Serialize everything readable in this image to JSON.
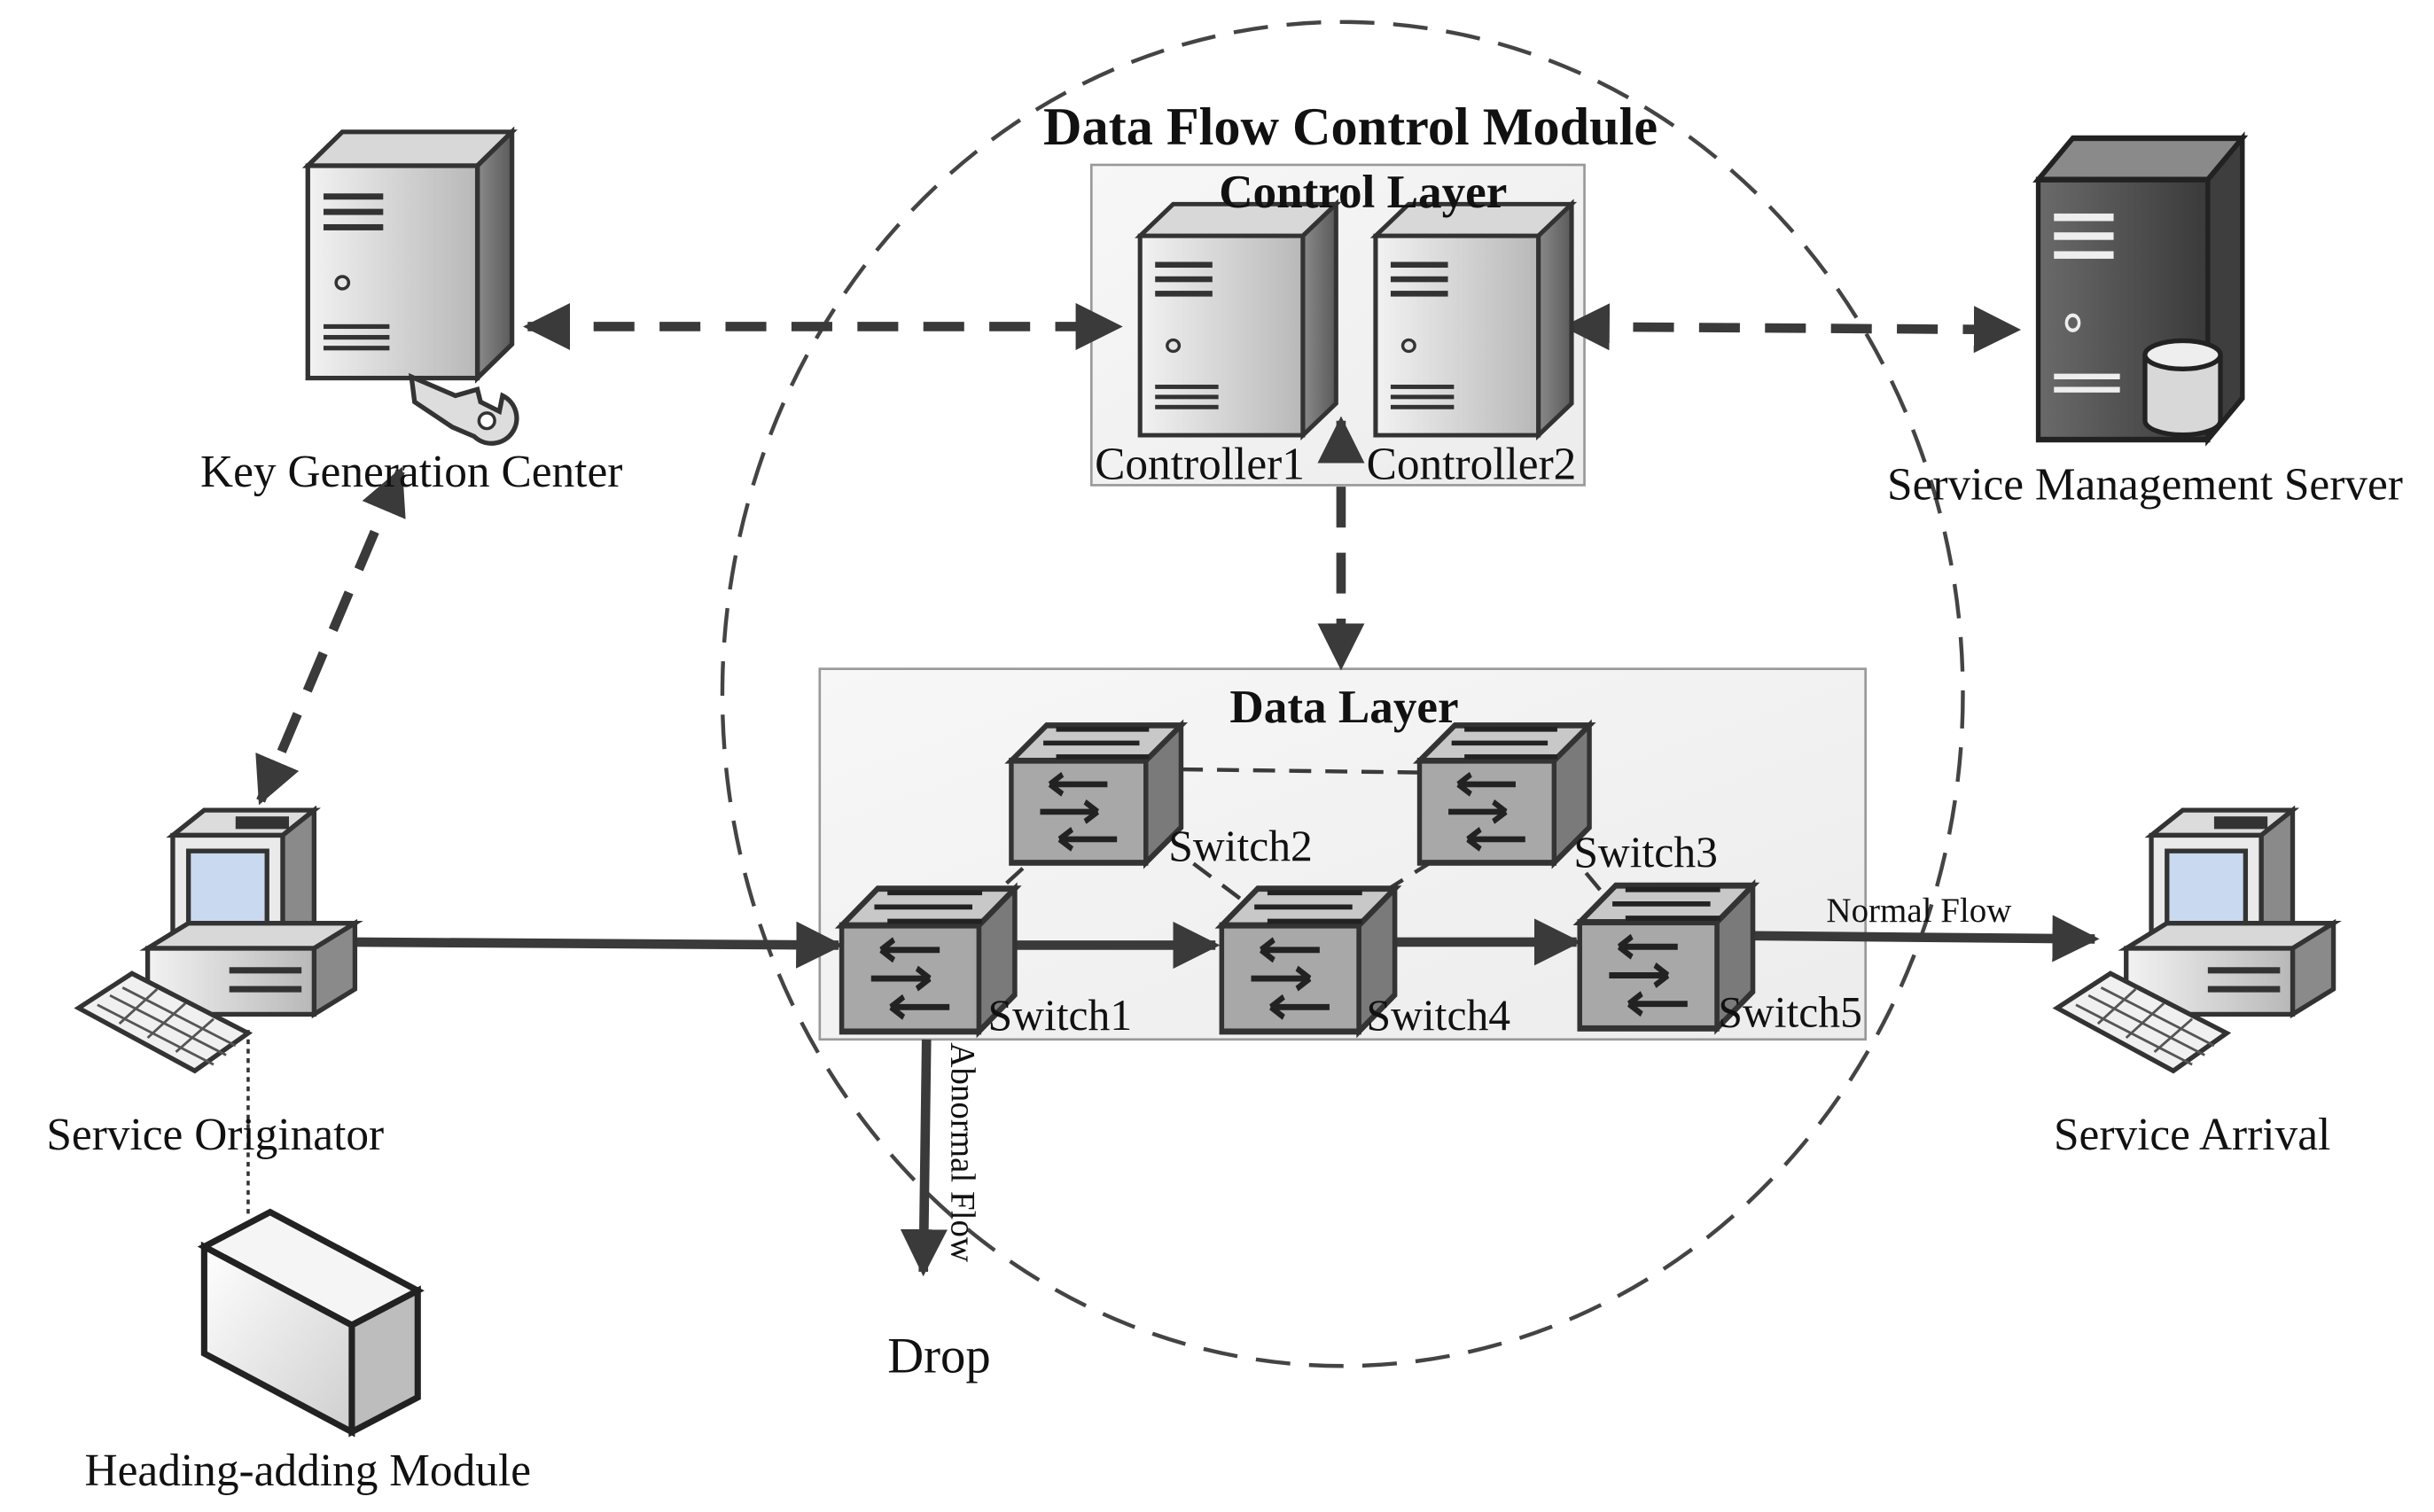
{
  "title": "Data Flow Control Module",
  "control_layer": {
    "label": "Control Layer",
    "controllers": [
      "Controller1",
      "Controller2"
    ]
  },
  "data_layer": {
    "label": "Data Layer",
    "switches": [
      "Switch1",
      "Switch2",
      "Switch3",
      "Switch4",
      "Switch5"
    ]
  },
  "nodes": {
    "key_center": "Key Generation Center",
    "mgmt_server": "Service Management Server",
    "originator": "Service Originator",
    "arrival": "Service Arrival",
    "heading_module": "Heading-adding Module",
    "drop": "Drop"
  },
  "flows": {
    "normal": "Normal Flow",
    "abnormal": "Abnormal Flow"
  },
  "icons": [
    "server-icon",
    "key-icon",
    "database-icon",
    "desktop-computer-icon",
    "keyboard-icon",
    "switch-icon",
    "module-box-icon"
  ]
}
